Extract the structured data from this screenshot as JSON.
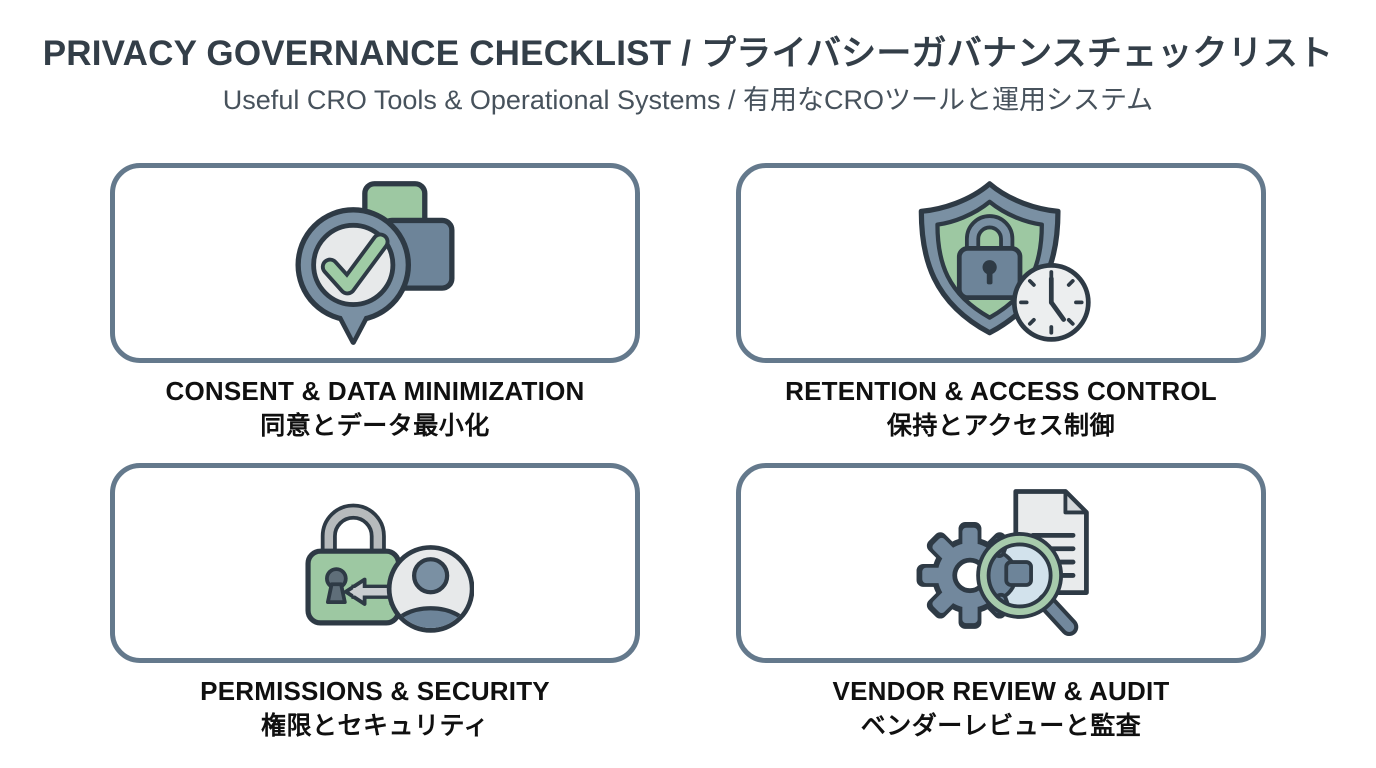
{
  "page": {
    "title": "PRIVACY GOVERNANCE CHECKLIST / プライバシーガバナンスチェックリスト",
    "subtitle": "Useful CRO Tools & Operational Systems / 有用なCROツールと運用システム"
  },
  "cards": [
    {
      "icon": "chat-check-icon",
      "title_en": "CONSENT & DATA MINIMIZATION",
      "title_ja": "同意とデータ最小化"
    },
    {
      "icon": "shield-lock-clock-icon",
      "title_en": "RETENTION & ACCESS CONTROL",
      "title_ja": "保持とアクセス制御"
    },
    {
      "icon": "lock-key-user-icon",
      "title_en": "PERMISSIONS & SECURITY",
      "title_ja": "権限とセキュリティ"
    },
    {
      "icon": "gear-magnifier-document-icon",
      "title_en": "VENDOR REVIEW & AUDIT",
      "title_ja": "ベンダーレビューと監査"
    }
  ],
  "colors": {
    "background": "#ffffff",
    "title": "#333e48",
    "subtitle": "#47525c",
    "card_border": "#64798c",
    "label": "#101010",
    "icon_outline": "#2e3a45",
    "icon_blue": "#7a90a3",
    "icon_blue_dark": "#6d8499",
    "icon_green": "#9dc8a2",
    "icon_light_gray": "#e7e9ea",
    "icon_lens_blue": "#d2e2ec",
    "icon_metal_gray": "#b6babc"
  }
}
